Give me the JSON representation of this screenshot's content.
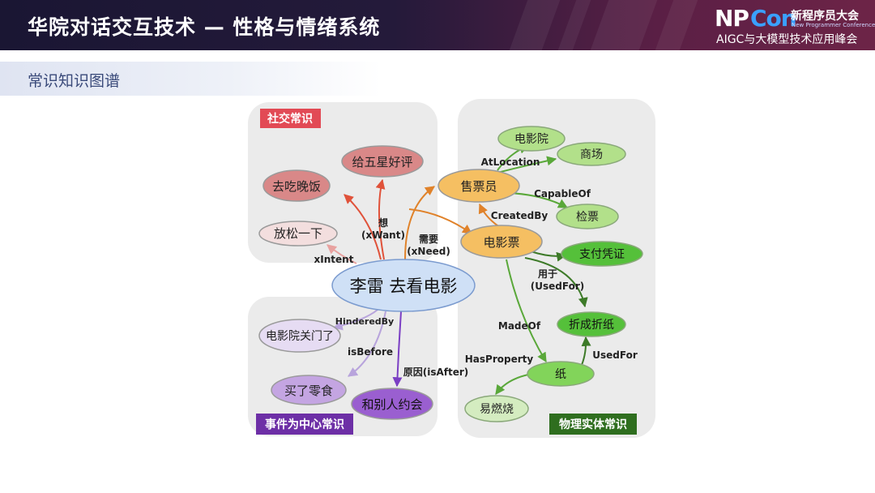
{
  "header": {
    "title": "华院对话交互技术 — 性格与情绪系统",
    "logo_np": "NP",
    "logo_con": "Con",
    "logo_cn": "新程序员大会",
    "logo_en": "New Programmer Conference",
    "logo_sub": "AIGC与大模型技术应用峰会"
  },
  "subtitle": "常识知识图谱",
  "diagram": {
    "panels": {
      "social": "社交常识",
      "event": "事件为中心常识",
      "physical": "物理实体常识"
    },
    "center": "李雷 去看电影",
    "nodes": {
      "eat_dinner": "去吃晚饭",
      "five_star": "给五星好评",
      "relax": "放松一下",
      "cinema": "电影院",
      "mall": "商场",
      "ticket_seller": "售票员",
      "check_ticket": "检票",
      "movie_ticket": "电影票",
      "payment": "支付凭证",
      "fold": "折成折纸",
      "paper": "纸",
      "flammable": "易燃烧",
      "cinema_closed": "电影院关门了",
      "snacks": "买了零食",
      "date": "和别人约会"
    },
    "edges": {
      "want_1": "想",
      "want_2": "(xWant)",
      "need_1": "需要",
      "need_2": "(xNeed)",
      "intent": "xIntent",
      "at_location": "AtLocation",
      "capable_of": "CapableOf",
      "created_by": "CreatedBy",
      "used_for_1": "用于",
      "used_for_2": "(UsedFor)",
      "made_of": "MadeOf",
      "has_property": "HasProperty",
      "used_for": "UsedFor",
      "hindered_by": "HinderedBy",
      "is_before": "isBefore",
      "is_after": "原因(isAfter)"
    }
  }
}
